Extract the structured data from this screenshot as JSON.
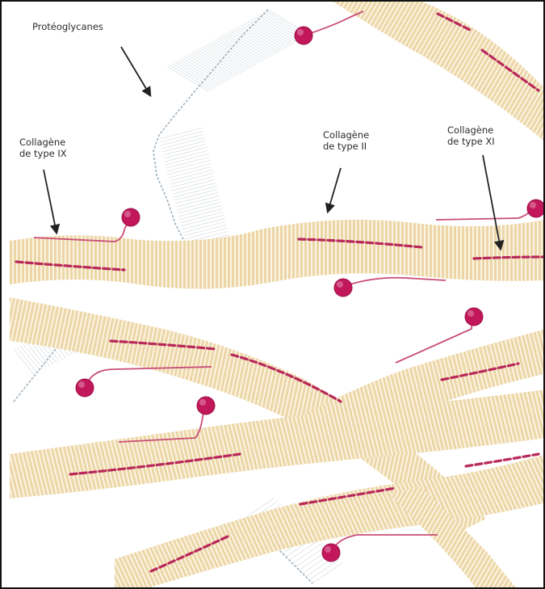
{
  "labels": {
    "proteoglycanes": "Protéoglycanes",
    "collagen_ix": {
      "line1": "Collagène",
      "line2": "de type IX"
    },
    "collagen_ii": {
      "line1": "Collagène",
      "line2": "de type II"
    },
    "collagen_xi": {
      "line1": "Collagène",
      "line2": "de type XI"
    }
  },
  "colors": {
    "fibril_fill": "#ecd6a6",
    "fibril_stripe": "#ffffff",
    "collagen_chain": "#b8285a",
    "collagen_head": "#c2185b",
    "proteoglycan": "#9fb0bc",
    "arrow": "#222222"
  }
}
